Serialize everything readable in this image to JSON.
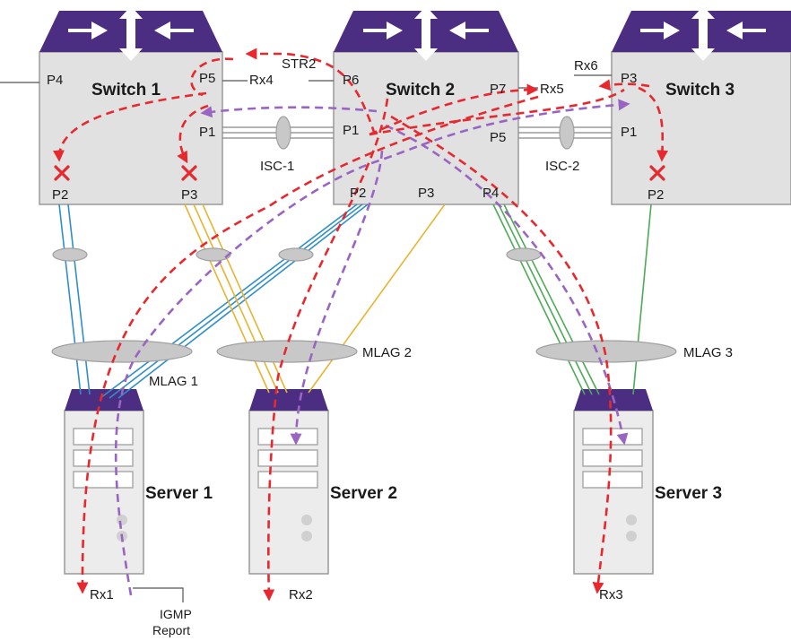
{
  "switches": [
    {
      "name": "Switch 1"
    },
    {
      "name": "Switch 2"
    },
    {
      "name": "Switch 3"
    }
  ],
  "servers": [
    {
      "name": "Server 1"
    },
    {
      "name": "Server 2"
    },
    {
      "name": "Server 3"
    }
  ],
  "ports": {
    "sw1": {
      "p4": "P4",
      "p5": "P5",
      "p1": "P1",
      "p2": "P2",
      "p3": "P3"
    },
    "sw2": {
      "p6": "P6",
      "p7": "P7",
      "p1": "P1",
      "p5": "P5",
      "p2": "P2",
      "p3": "P3",
      "p4": "P4"
    },
    "sw3": {
      "p3": "P3",
      "p1": "P1",
      "p2": "P2"
    }
  },
  "labels": {
    "rx4": "Rx4",
    "str2": "STR2",
    "rx5": "Rx5",
    "rx6": "Rx6",
    "isc1": "ISC-1",
    "isc2": "ISC-2",
    "mlag1": "MLAG 1",
    "mlag2": "MLAG 2",
    "mlag3": "MLAG 3",
    "rx1": "Rx1",
    "rx2": "Rx2",
    "rx3": "Rx3",
    "igmp_line1": "IGMP",
    "igmp_line2": "Report"
  },
  "colors": {
    "switch_top": "#4b2d82",
    "switch_body": "#e1e1e1",
    "link_blue": "#2f8fc8",
    "link_yellow": "#e8b431",
    "link_green": "#4daa55",
    "flow_red": "#e8282f",
    "flow_purple": "#9a65c2"
  },
  "icons": [
    "switch-arrows-icon",
    "blocked-x-icon"
  ]
}
